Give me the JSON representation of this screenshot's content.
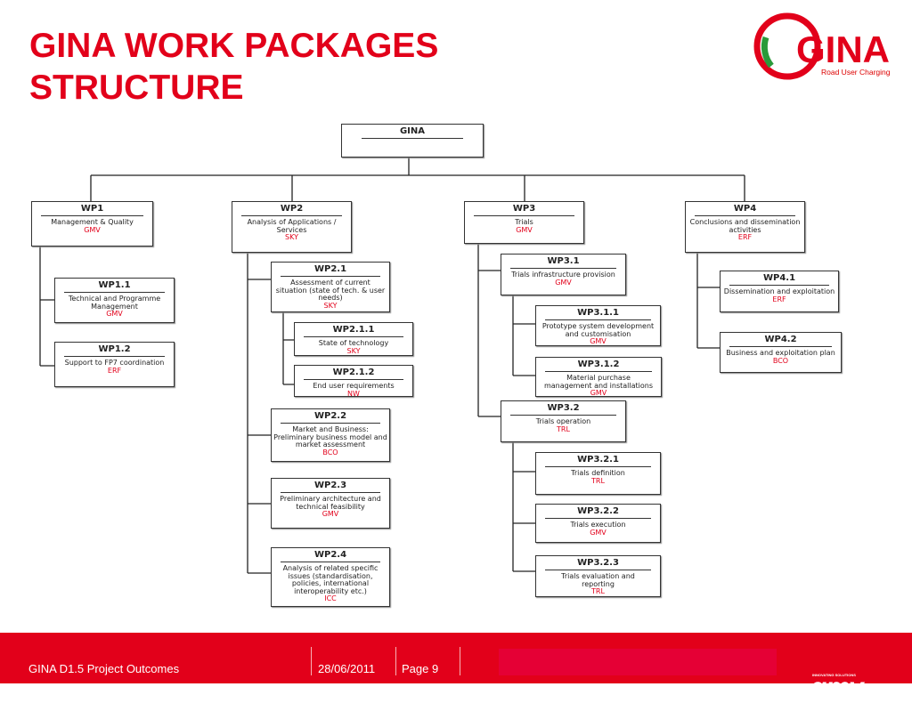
{
  "title": [
    "GINA WORK PACKAGES",
    "STRUCTURE"
  ],
  "logo": {
    "text": "GINA",
    "subtitle": "Road User Charging"
  },
  "boxes": {
    "gina": {
      "title": "GINA"
    },
    "wp1": {
      "title": "WP1",
      "desc": "Management & Quality",
      "org": "GMV"
    },
    "wp11": {
      "title": "WP1.1",
      "desc": "Technical and Programme Management",
      "org": "GMV"
    },
    "wp12": {
      "title": "WP1.2",
      "desc": "Support to FP7 coordination",
      "org": "ERF"
    },
    "wp2": {
      "title": "WP2",
      "desc": "Analysis of Applications / Services",
      "org": "SKY"
    },
    "wp21": {
      "title": "WP2.1",
      "desc": "Assessment of current situation (state of tech. & user needs)",
      "org": "SKY"
    },
    "wp211": {
      "title": "WP2.1.1",
      "desc": "State of technology",
      "org": "SKY"
    },
    "wp212": {
      "title": "WP2.1.2",
      "desc": "End user requirements",
      "org": "NW"
    },
    "wp22": {
      "title": "WP2.2",
      "desc": "Market and Business: Preliminary business model and market assessment",
      "org": "BCO"
    },
    "wp23": {
      "title": "WP2.3",
      "desc": "Preliminary architecture and technical feasibility",
      "org": "GMV"
    },
    "wp24": {
      "title": "WP2.4",
      "desc": "Analysis of related specific issues (standardisation, policies, international interoperability etc.)",
      "org": "ICC"
    },
    "wp3": {
      "title": "WP3",
      "desc": "Trials",
      "org": "GMV"
    },
    "wp31": {
      "title": "WP3.1",
      "desc": "Trials infrastructure provision",
      "org": "GMV"
    },
    "wp311": {
      "title": "WP3.1.1",
      "desc": "Prototype system development and customisation",
      "org": "GMV"
    },
    "wp312": {
      "title": "WP3.1.2",
      "desc": "Material purchase management and installations",
      "org": "GMV"
    },
    "wp32": {
      "title": "WP3.2",
      "desc": "Trials operation",
      "org": "TRL"
    },
    "wp321": {
      "title": "WP3.2.1",
      "desc": "Trials definition",
      "org": "TRL"
    },
    "wp322": {
      "title": "WP3.2.2",
      "desc": "Trials execution",
      "org": "GMV"
    },
    "wp323": {
      "title": "WP3.2.3",
      "desc": "Trials evaluation and reporting",
      "org": "TRL"
    },
    "wp4": {
      "title": "WP4",
      "desc": "Conclusions and dissemination activities",
      "org": "ERF"
    },
    "wp41": {
      "title": "WP4.1",
      "desc": "Dissemination and exploitation",
      "org": "ERF"
    },
    "wp42": {
      "title": "WP4.2",
      "desc": "Business and exploitation plan",
      "org": "BCO"
    }
  },
  "footer": {
    "project": "GINA D1.5 Project Outcomes",
    "date": "28/06/2011",
    "page": "Page 9",
    "brand": "gmv",
    "tagline": "INNOVATING SOLUTIONS"
  },
  "colors": {
    "accent": "#e2001a"
  }
}
